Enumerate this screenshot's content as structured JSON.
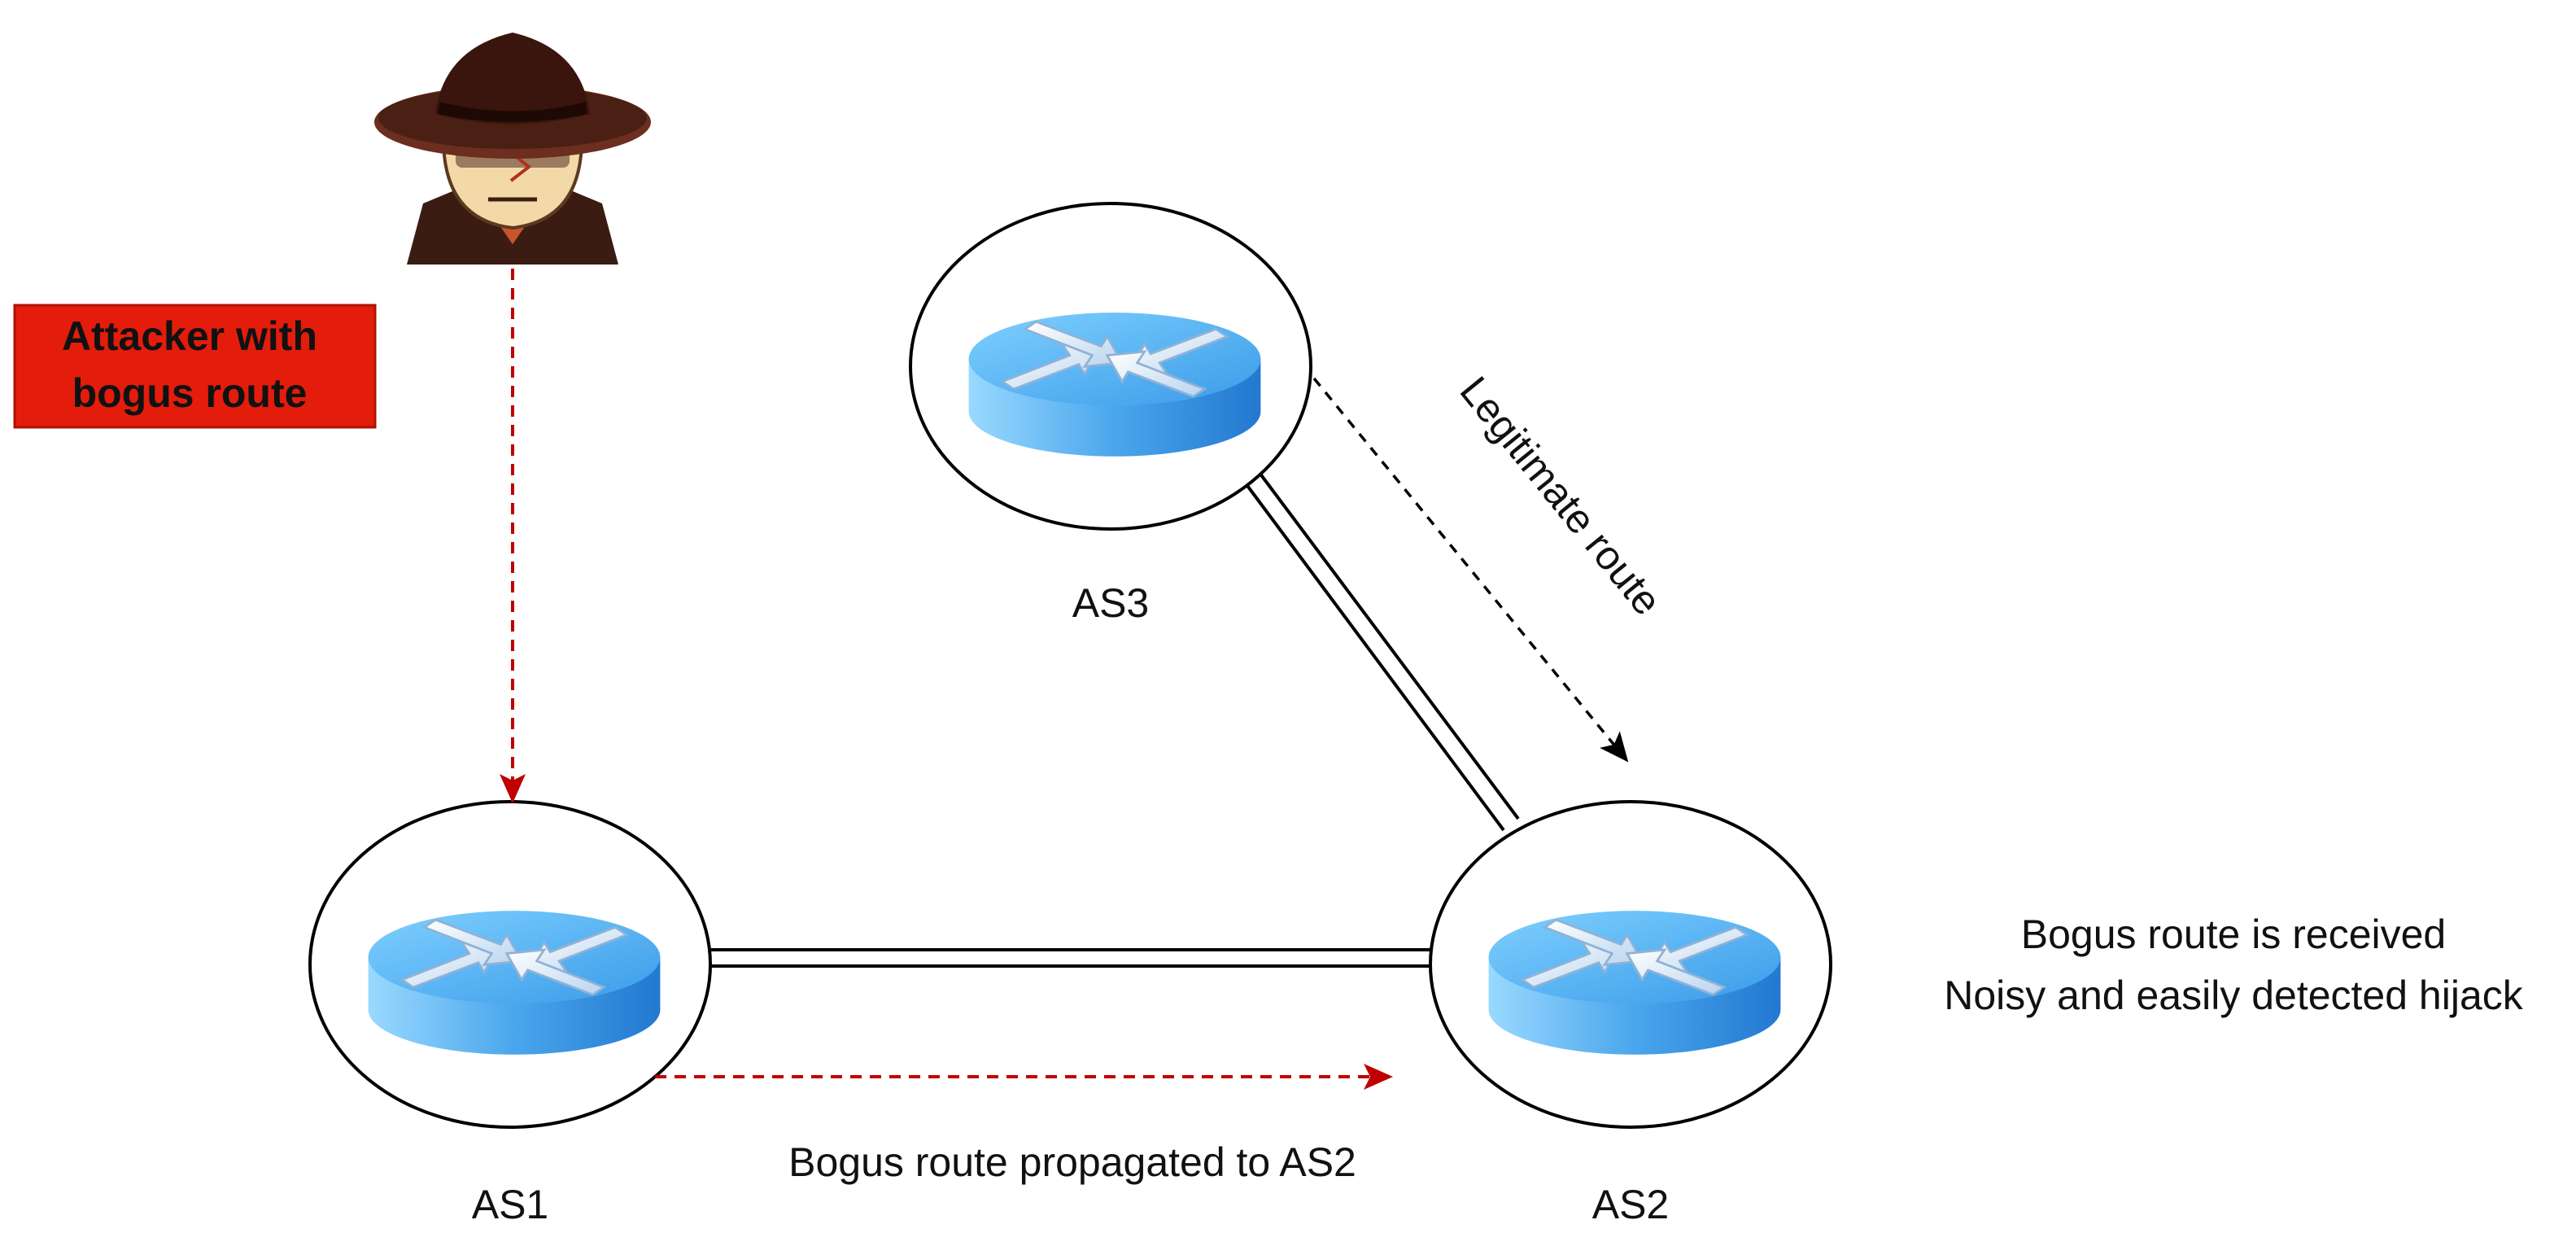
{
  "attacker": {
    "label_line1": "Attacker with",
    "label_line2": "bogus route",
    "box_color": "#e31c0c"
  },
  "nodes": {
    "as1": {
      "label": "AS1"
    },
    "as2": {
      "label": "AS2"
    },
    "as3": {
      "label": "AS3"
    }
  },
  "edges": {
    "legitimate": {
      "label": "Legitimate route"
    },
    "bogus_propagation": {
      "label": "Bogus route propagated to AS2"
    }
  },
  "note": {
    "line1": "Bogus route is received",
    "line2": "Noisy and easily detected hijack"
  },
  "colors": {
    "attack_arrow": "#c00000",
    "legit_arrow": "#000000",
    "router_top": "#5bb8f5",
    "router_side": "#2f82d4"
  }
}
